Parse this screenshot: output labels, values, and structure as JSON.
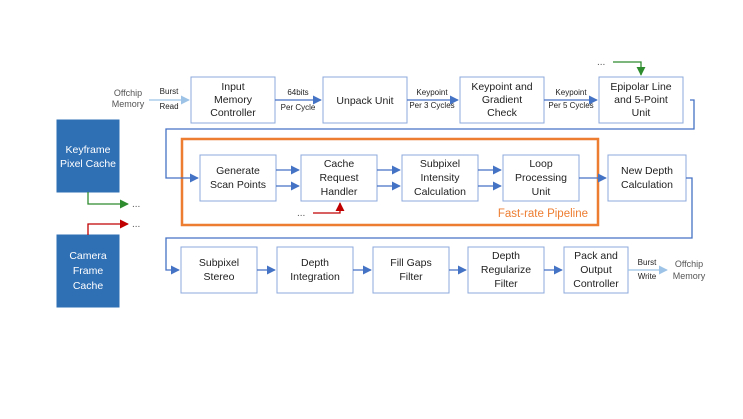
{
  "external": {
    "offchip_in": [
      "Offchip",
      "Memory"
    ],
    "offchip_out": [
      "Offchip",
      "Memory"
    ],
    "dots_epipolar": "...",
    "dots_cache": "...",
    "dots_keyframe": "...",
    "dots_camera": "..."
  },
  "side_boxes": {
    "keyframe": [
      "Keyframe",
      "Pixel Cache"
    ],
    "camera": [
      "Camera",
      "Frame",
      "Cache"
    ]
  },
  "pipeline_label": "Fast-rate Pipeline",
  "blocks": {
    "input_memory_controller": [
      "Input",
      "Memory",
      "Controller"
    ],
    "unpack_unit": [
      "Unpack Unit"
    ],
    "keypoint_gradient_check": [
      "Keypoint and",
      "Gradient",
      "Check"
    ],
    "epipolar_unit": [
      "Epipolar Line",
      "and 5-Point",
      "Unit"
    ],
    "generate_scan_points": [
      "Generate",
      "Scan Points"
    ],
    "cache_request_handler": [
      "Cache",
      "Request",
      "Handler"
    ],
    "subpixel_intensity": [
      "Subpixel",
      "Intensity",
      "Calculation"
    ],
    "loop_processing": [
      "Loop",
      "Processing",
      "Unit"
    ],
    "new_depth_calc": [
      "New Depth",
      "Calculation"
    ],
    "subpixel_stereo": [
      "Subpixel",
      "Stereo"
    ],
    "depth_integration": [
      "Depth",
      "Integration"
    ],
    "fill_gaps_filter": [
      "Fill Gaps",
      "Filter"
    ],
    "depth_regularize_filter": [
      "Depth",
      "Regularize",
      "Filter"
    ],
    "pack_output_controller": [
      "Pack and",
      "Output",
      "Controller"
    ]
  },
  "arrow_labels": {
    "burst_read": [
      "Burst",
      "Read"
    ],
    "bits_per_cycle": [
      "64bits",
      "Per Cycle"
    ],
    "keypoint_3": [
      "Keypoint",
      "Per 3 Cycles"
    ],
    "keypoint_5": [
      "Keypoint",
      "Per 5 Cycles"
    ],
    "burst_write": [
      "Burst",
      "Write"
    ]
  },
  "colors": {
    "block_border": "#8eaadb",
    "side_box_fill": "#2f6fb4",
    "pipeline_border": "#ed7d31",
    "arrow": "#4472c4",
    "green_arrow": "#2e8b2e",
    "red_arrow": "#c00000"
  }
}
